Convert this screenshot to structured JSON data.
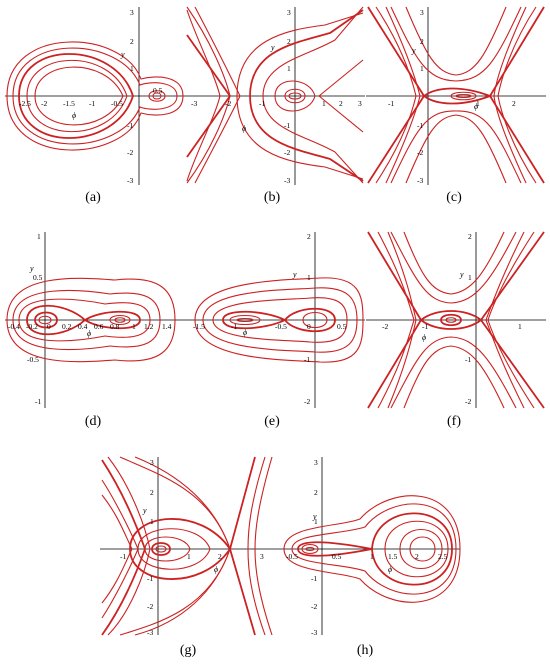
{
  "colors": {
    "curve": "#cc2222",
    "axis": "#000000"
  },
  "panels": [
    {
      "caption": "(a)",
      "x_axis_label": "ϕ",
      "y_axis_label": "y",
      "x_ticks": [
        "-2.5",
        "-2",
        "-1.5",
        "-1",
        "-0.5",
        "0.5"
      ],
      "y_ticks": [
        "3",
        "2",
        "1",
        "-1",
        "-2",
        "-3"
      ]
    },
    {
      "caption": "(b)",
      "x_axis_label": "ϕ",
      "y_axis_label": "y",
      "x_ticks": [
        "-3",
        "-2",
        "-1",
        "1",
        "2",
        "3"
      ],
      "y_ticks": [
        "3",
        "2",
        "1",
        "-1",
        "-2",
        "-3"
      ]
    },
    {
      "caption": "(c)",
      "x_axis_label": "ϕ",
      "y_axis_label": "y",
      "x_ticks": [
        "-1",
        "1",
        "2"
      ],
      "y_ticks": [
        "3",
        "2",
        "1",
        "-1",
        "-2",
        "-3"
      ]
    },
    {
      "caption": "(d)",
      "x_axis_label": "ϕ",
      "y_axis_label": "y",
      "x_ticks": [
        "-0.4",
        "-0.2",
        "0",
        "0.2",
        "0.4",
        "0.6",
        "0.8",
        "1",
        "1.2",
        "1.4"
      ],
      "y_ticks": [
        "1",
        "0.5",
        "-0.5",
        "-1"
      ]
    },
    {
      "caption": "(e)",
      "x_axis_label": "ϕ",
      "y_axis_label": "y",
      "x_ticks": [
        "-1.5",
        "-1",
        "-0.5",
        "0",
        "0.5"
      ],
      "y_ticks": [
        "2",
        "1",
        "-1",
        "-2"
      ]
    },
    {
      "caption": "(f)",
      "x_axis_label": "ϕ",
      "y_axis_label": "y",
      "x_ticks": [
        "-2",
        "-1",
        "1"
      ],
      "y_ticks": [
        "2",
        "1",
        "-1",
        "-2"
      ]
    },
    {
      "caption": "(g)",
      "x_axis_label": "ϕ",
      "y_axis_label": "y",
      "x_ticks": [
        "-1",
        "1",
        "2",
        "3"
      ],
      "y_ticks": [
        "3",
        "2",
        "1",
        "-1",
        "-2",
        "-3"
      ]
    },
    {
      "caption": "(h)",
      "x_axis_label": "ϕ",
      "y_axis_label": "y",
      "x_ticks": [
        "-0.5",
        "0.5",
        "1",
        "1.5",
        "2",
        "2.5"
      ],
      "y_ticks": [
        "3",
        "2",
        "1",
        "-1",
        "-2",
        "-3"
      ]
    }
  ]
}
